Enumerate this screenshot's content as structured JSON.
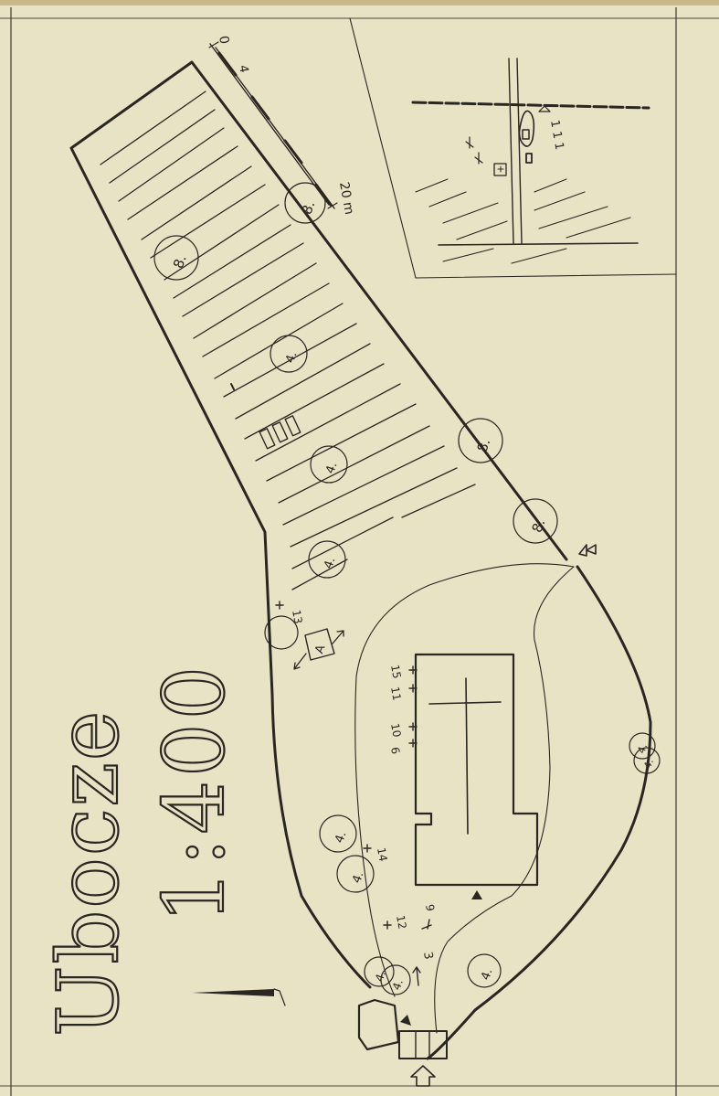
{
  "title": "Ubocze",
  "scale": "1:400",
  "scale_bar": {
    "zero": "0",
    "mid": "4",
    "end": "20 m"
  },
  "labels": {
    "tree_8": "8.",
    "tree_4": "4.",
    "tree_a": "A",
    "nums": [
      "13",
      "14",
      "12",
      "6",
      "10",
      "11",
      "15",
      "9",
      "3"
    ],
    "inset_crosses": "1 1 1"
  },
  "colors": {
    "paper": "#e9e3c6",
    "ink": "#2a2622",
    "edge": "#c9b98a"
  }
}
